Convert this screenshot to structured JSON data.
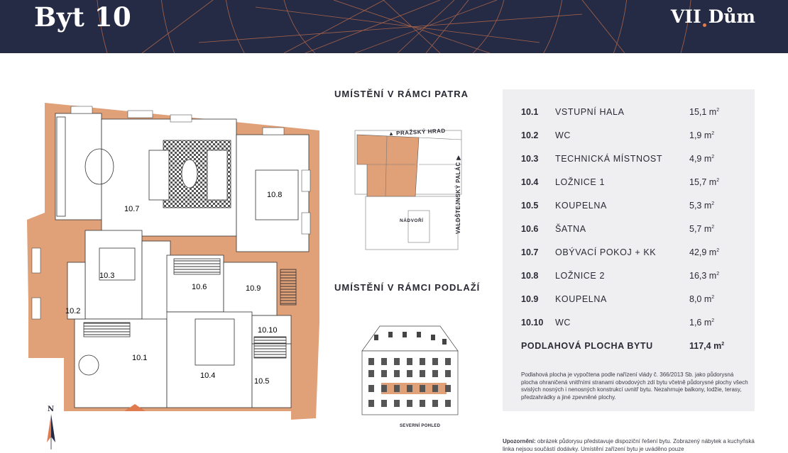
{
  "header": {
    "title": "Byt 10",
    "logo_main": "VII",
    "logo_tail": "Dům"
  },
  "colors": {
    "header_bg": "#262b45",
    "accent": "#e07a4f",
    "wall": "#e0a078",
    "panel_bg": "#efeff2"
  },
  "plan": {
    "room_labels": [
      "10.1",
      "10.2",
      "10.3",
      "10.4",
      "10.5",
      "10.6",
      "10.7",
      "10.8",
      "10.9",
      "10.10"
    ],
    "compass": "N"
  },
  "placement": {
    "floor_title": "UMÍSTĚNÍ V RÁMCI PATRA",
    "floor_labels": {
      "castle": "▲ PRAŽSKÝ HRAD",
      "courtyard": "NÁDVOŘÍ",
      "palace": "VALDŠTEJNSKÝ PALÁC ▶"
    },
    "level_title": "UMÍSTĚNÍ V RÁMCI PODLAŽÍ",
    "facade_caption": "SEVERNÍ POHLED"
  },
  "rooms": [
    {
      "num": "10.1",
      "name": "VSTUPNÍ HALA",
      "area": "15,1 m",
      "unit": "2"
    },
    {
      "num": "10.2",
      "name": "WC",
      "area": "1,9 m",
      "unit": "2"
    },
    {
      "num": "10.3",
      "name": "TECHNICKÁ MÍSTNOST",
      "area": "4,9 m",
      "unit": "2"
    },
    {
      "num": "10.4",
      "name": "LOŽNICE 1",
      "area": "15,7 m",
      "unit": "2"
    },
    {
      "num": "10.5",
      "name": "KOUPELNA",
      "area": "5,3 m",
      "unit": "2"
    },
    {
      "num": "10.6",
      "name": "ŠATNA",
      "area": "5,7 m",
      "unit": "2"
    },
    {
      "num": "10.7",
      "name": "OBÝVACÍ POKOJ + KK",
      "area": "42,9 m",
      "unit": "2"
    },
    {
      "num": "10.8",
      "name": "LOŽNICE 2",
      "area": "16,3 m",
      "unit": "2"
    },
    {
      "num": "10.9",
      "name": "KOUPELNA",
      "area": "8,0 m",
      "unit": "2"
    },
    {
      "num": "10.10",
      "name": "WC",
      "area": "1,6 m",
      "unit": "2"
    }
  ],
  "total": {
    "name": "PODLAHOVÁ PLOCHA BYTU",
    "area": "117,4 m",
    "unit": "2"
  },
  "note": "Podlahová plocha je vypočtena podle nařízení vlády č. 366/2013 Sb. jako půdorysná plocha ohraničená vnitřními stranami obvodových zdí bytu včetně půdorysné plochy všech svislých nosných i nenosných konstrukcí uvnitř bytu. Nezahrnuje balkony, lodžie, terasy, předzahrádky a jiné zpevněné plochy.",
  "warning": {
    "label": "Upozornění:",
    "text": "obrázek půdorysu představuje dispoziční řešení bytu. Zobrazený nábytek a kuchyňská linka nejsou součástí dodávky. Umístění zařízení bytu je uváděno pouze"
  }
}
